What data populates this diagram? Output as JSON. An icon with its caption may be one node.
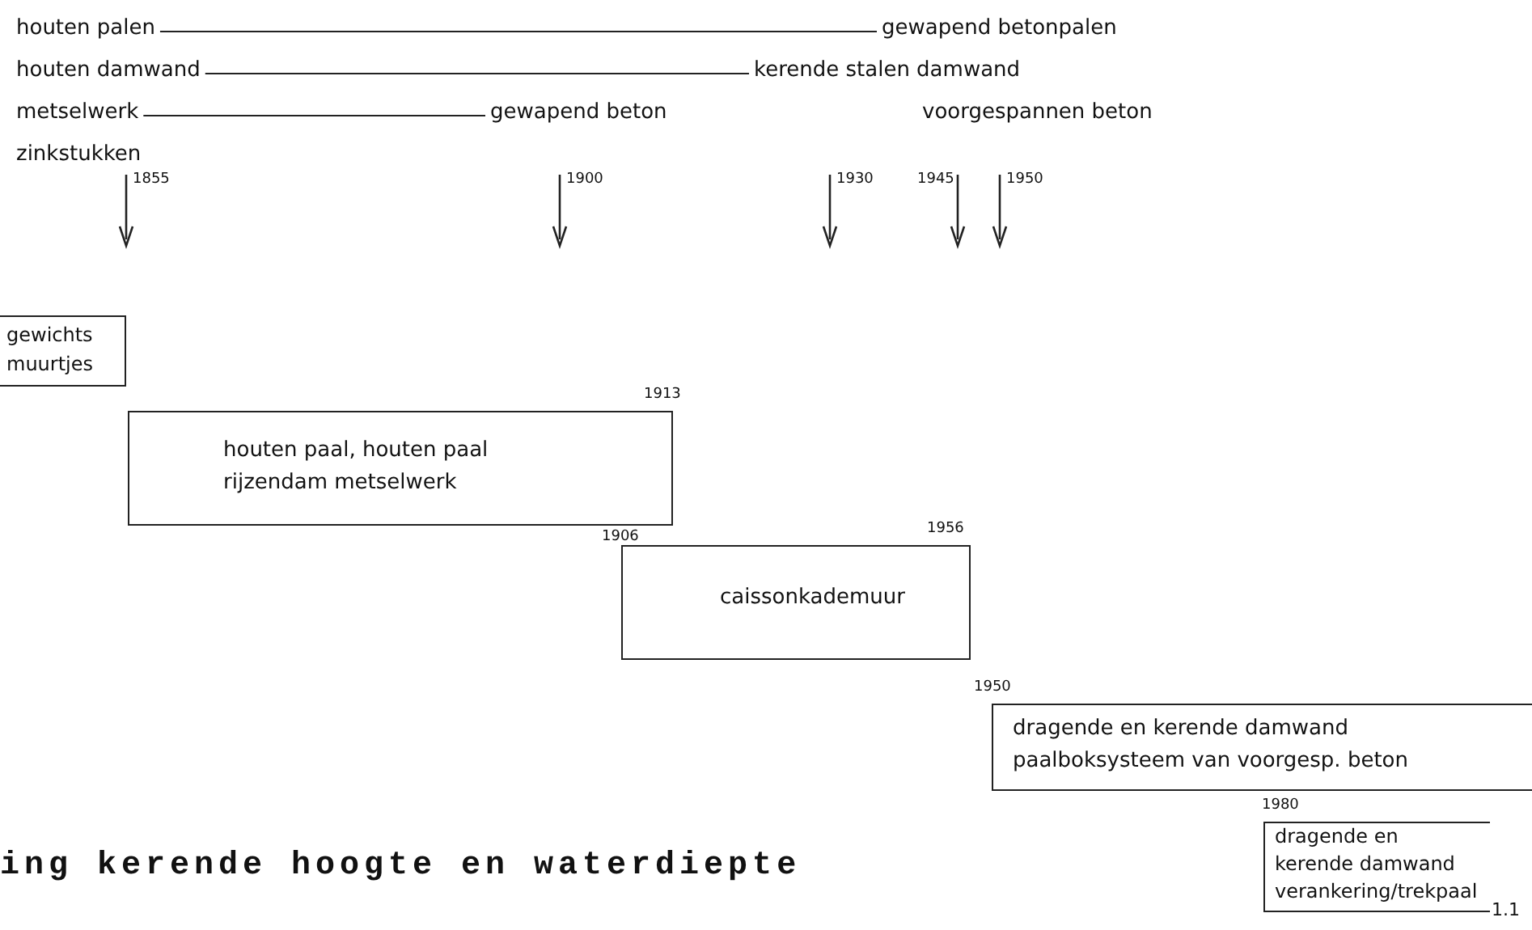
{
  "diagram": {
    "title": "ing kerende hoogte en waterdiepte",
    "nodes": [
      {
        "text": [
          "houten palen"
        ]
      },
      {
        "text": [
          "gewapend betonpalen"
        ]
      },
      {
        "text": [
          "houten damwand"
        ]
      },
      {
        "text": [
          "kerende stalen damwand"
        ]
      },
      {
        "text": [
          "metselwerk"
        ]
      },
      {
        "text": [
          "gewapend beton"
        ]
      },
      {
        "text": [
          "gewichts muurtjes"
        ]
      },
      {
        "text": [
          "houten paal, houten paal",
          "rijzendam metselwerk"
        ],
        "beside": [
          "1913"
        ]
      },
      {
        "text": [
          "caissonkademuur"
        ],
        "beside": [
          "1956"
        ]
      },
      {
        "text": [
          "dragende en kerende damwand",
          "paalboksysteem van voorgesp. beton"
        ],
        "beside": [
          "1950"
        ]
      },
      {
        "text": [
          "dragende en kerende damwand",
          "verankering/trekpaal"
        ],
        "beside": [
          "1980",
          "1.1"
        ]
      }
    ],
    "edges": [
      {
        "from": 0,
        "to": 1,
        "arrow": "none"
      },
      {
        "from": 2,
        "to": 3,
        "arrow": "none"
      },
      {
        "from": 4,
        "to": 5,
        "arrow": "none"
      }
    ],
    "labels": [
      "voorgespannen beton",
      "zinkstukken",
      "1855",
      "1900",
      "1930",
      "1945",
      "1950",
      "1906"
    ]
  }
}
